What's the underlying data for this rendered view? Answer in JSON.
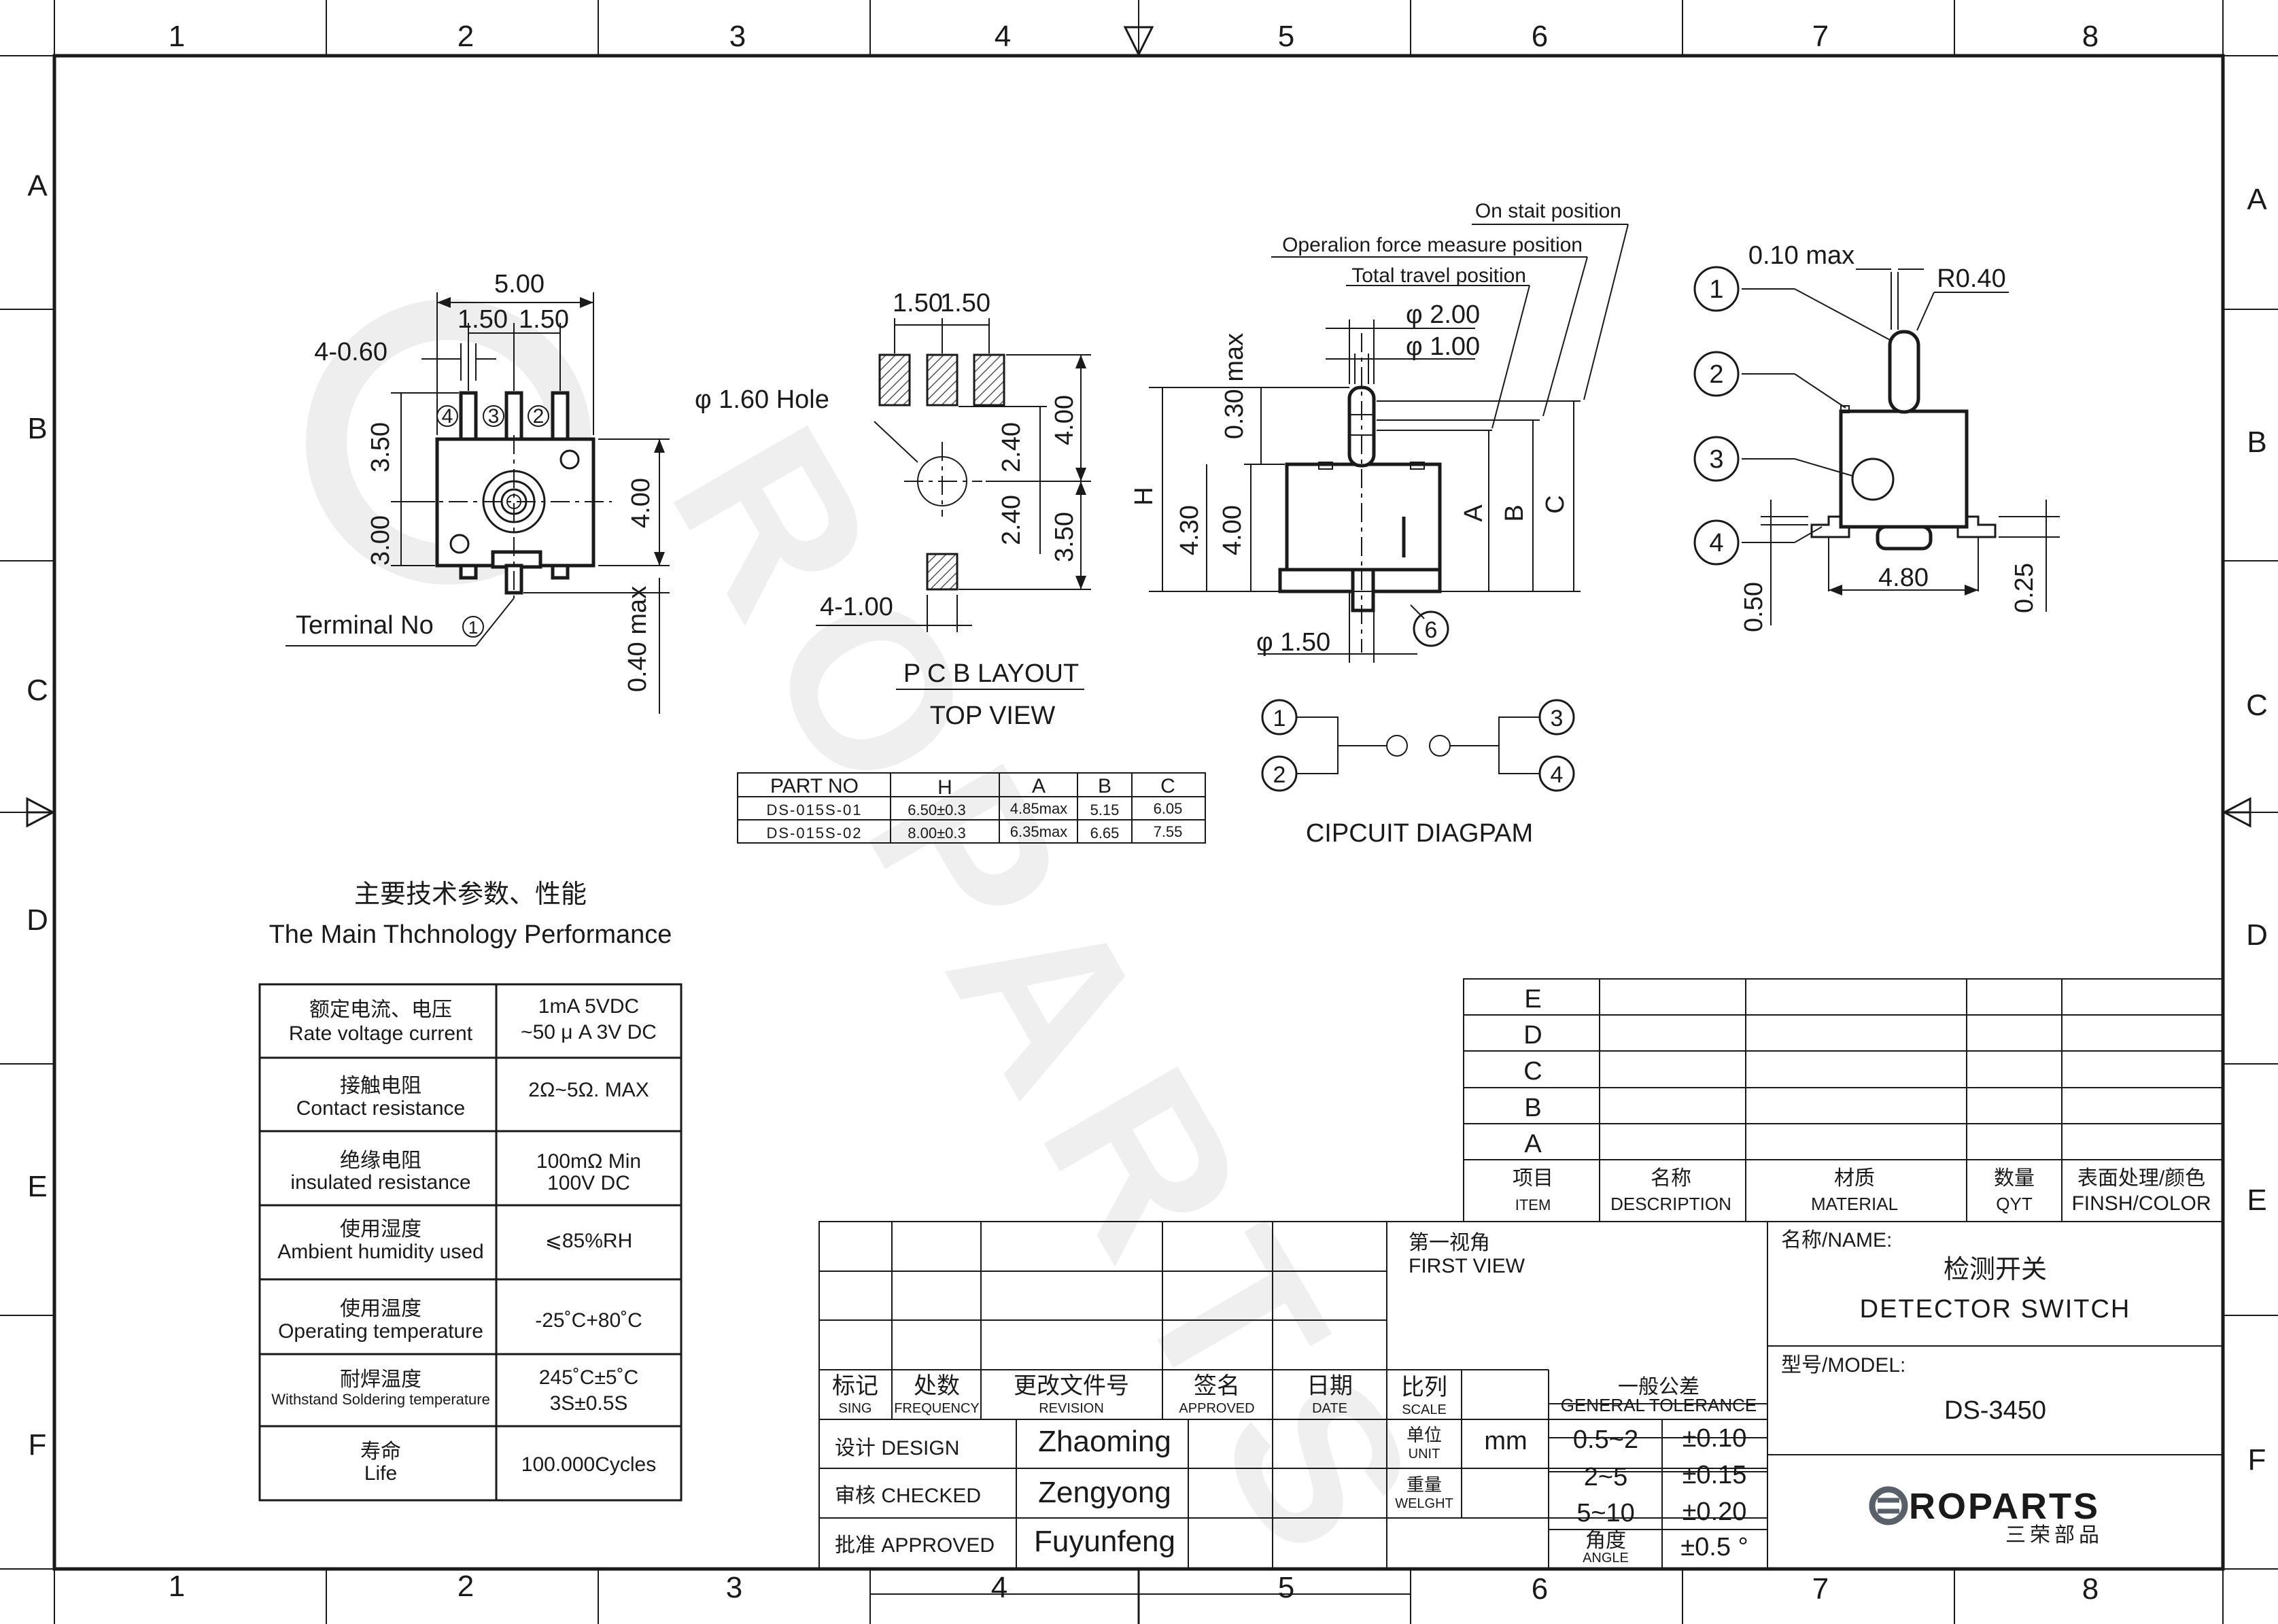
{
  "frame": {
    "col_labels": [
      "1",
      "2",
      "3",
      "4",
      "5",
      "6",
      "7",
      "8"
    ],
    "row_labels": [
      "A",
      "B",
      "C",
      "D",
      "E",
      "F"
    ]
  },
  "front_view": {
    "dims": [
      "5.00",
      "1.50",
      "1.50",
      "4-0.60",
      "3.50",
      "3.00",
      "4.00",
      "0.40 max"
    ],
    "pins": [
      "4",
      "3",
      "2"
    ],
    "terminal_label": "Terminal No",
    "terminal_num": "1"
  },
  "pcb_layout": {
    "dims": [
      "1.50",
      "1.50",
      "2.40",
      "2.40",
      "4.00",
      "3.50",
      "4-1.00"
    ],
    "hole_label": "φ 1.60 Hole",
    "title": "P C B LAYOUT",
    "subtitle": "TOP VIEW"
  },
  "side_view": {
    "positions": [
      "On stait position",
      "Operalion force measure position",
      "Total travel position"
    ],
    "dims": [
      "φ 2.00",
      "φ 1.00",
      "0.30 max",
      "H",
      "4.30",
      "4.00",
      "A",
      "B",
      "C",
      "φ 1.50"
    ],
    "callout": "6"
  },
  "right_view": {
    "dims": [
      "0.10 max",
      "R0.40",
      "4.80",
      "0.50",
      "0.25"
    ],
    "callouts": [
      "1",
      "2",
      "3",
      "4"
    ]
  },
  "circuit": {
    "nodes": [
      "1",
      "2",
      "3",
      "4"
    ],
    "title": "CIPCUIT DIAGPAM"
  },
  "part_table": {
    "headers": [
      "PART NO",
      "H",
      "A",
      "B",
      "C"
    ],
    "rows": [
      [
        "DS-015S-01",
        "6.50±0.3",
        "4.85max",
        "5.15",
        "6.05"
      ],
      [
        "DS-015S-02",
        "8.00±0.3",
        "6.35max",
        "6.65",
        "7.55"
      ]
    ]
  },
  "performance": {
    "title_cn": "主要技术参数、性能",
    "title_en": "The Main Thchnology Performance",
    "rows": [
      {
        "cn": "额定电流、电压",
        "en": "Rate voltage current",
        "v1": "1mA   5VDC",
        "v2": "~50 μ A 3V DC"
      },
      {
        "cn": "接触电阻",
        "en": "Contact resistance",
        "v1": "2Ω~5Ω. MAX",
        "v2": ""
      },
      {
        "cn": "绝缘电阻",
        "en": "insulated resistance",
        "v1": "100mΩ  Min",
        "v2": "100V DC"
      },
      {
        "cn": "使用湿度",
        "en": "Ambient humidity used",
        "v1": "⩽85%RH",
        "v2": ""
      },
      {
        "cn": "使用温度",
        "en": "Operating temperature",
        "v1": "-25˚C+80˚C",
        "v2": ""
      },
      {
        "cn": "耐焊温度",
        "en": "Withstand Soldering temperature",
        "v1": "245˚C±5˚C",
        "v2": "3S±0.5S"
      },
      {
        "cn": "寿命",
        "en": "Life",
        "v1": "100.000Cycles",
        "v2": ""
      }
    ]
  },
  "bom": {
    "rev_letters": [
      "E",
      "D",
      "C",
      "B",
      "A"
    ],
    "headers": [
      {
        "cn": "项目",
        "en": "ITEM"
      },
      {
        "cn": "名称",
        "en": "DESCRIPTION"
      },
      {
        "cn": "材质",
        "en": "MATERIAL"
      },
      {
        "cn": "数量",
        "en": "QYT"
      },
      {
        "cn": "表面处理/颜色",
        "en": "FINSH/COLOR"
      }
    ]
  },
  "title_block": {
    "rev_headers": [
      {
        "cn": "标记",
        "en": "SING"
      },
      {
        "cn": "处数",
        "en": "FREQUENCY"
      },
      {
        "cn": "更改文件号",
        "en": "REVISION"
      },
      {
        "cn": "签名",
        "en": "APPROVED"
      },
      {
        "cn": "日期",
        "en": "DATE"
      }
    ],
    "first_view_cn": "第一视角",
    "first_view_en": "FIRST VIEW",
    "scale": {
      "cn": "比列",
      "en": "SCALE"
    },
    "unit": {
      "cn": "单位",
      "en": "UNIT",
      "value": "mm"
    },
    "weight": {
      "cn": "重量",
      "en": "WELGHT"
    },
    "tolerance_title": {
      "cn": "一般公差",
      "en": "GENERAL TOLERANCE"
    },
    "tolerances": [
      {
        "range": "0.5~2",
        "tol": "±0.10"
      },
      {
        "range": "2~5",
        "tol": "±0.15"
      },
      {
        "range": "5~10",
        "tol": "±0.20"
      }
    ],
    "angle": {
      "cn": "角度",
      "en": "ANGLE",
      "tol": "±0.5 °"
    },
    "signatures": [
      {
        "role": "设计 DESIGN",
        "name": "Zhaoming"
      },
      {
        "role": "审核 CHECKED",
        "name": "Zengyong"
      },
      {
        "role": "批准 APPROVED",
        "name": "Fuyunfeng"
      }
    ],
    "name_label": "名称/NAME:",
    "name_cn": "检测开关",
    "name_en": "DETECTOR  SWITCH",
    "model_label": "型号/MODEL:",
    "model": "DS-3450"
  },
  "logo": {
    "brand": "ROPARTS",
    "sub": "三荣部品",
    "watermark": "ROPARTS"
  }
}
